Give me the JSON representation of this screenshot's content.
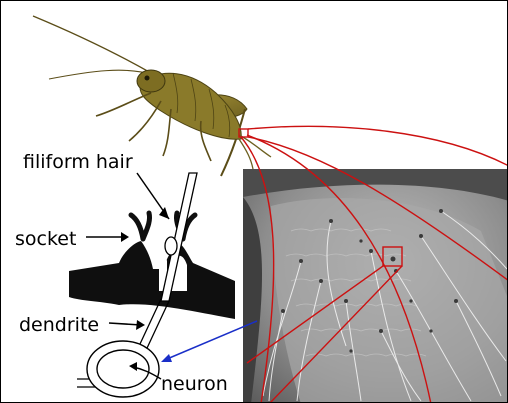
{
  "labels": {
    "filiform_hair": "filiform hair",
    "socket": "socket",
    "dendrite": "dendrite",
    "neuron": "neuron"
  },
  "colors": {
    "callout_red": "#cc1111",
    "pointer_blue": "#1a2fc8",
    "cricket_body": "#8a7a2a",
    "sem_bg": "#8a8a8a"
  }
}
